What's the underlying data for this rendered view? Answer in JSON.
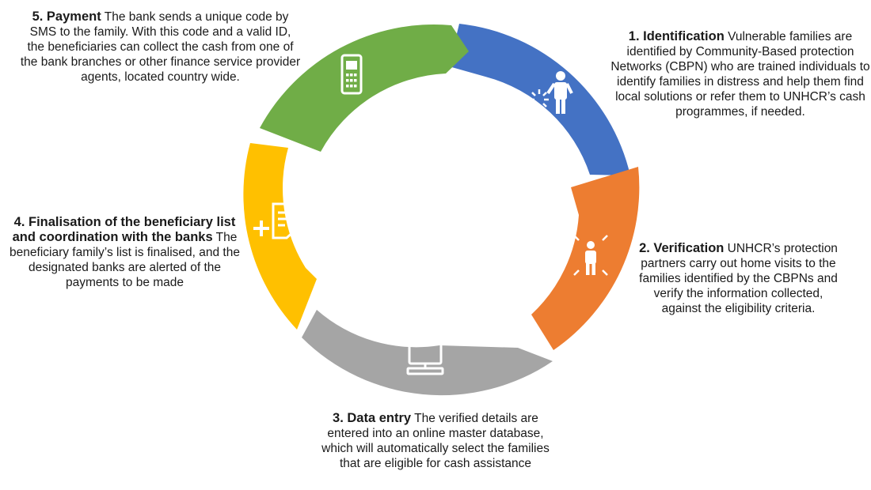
{
  "steps": [
    {
      "id": "identification",
      "title": "1. Identification",
      "text": "Vulnerable families are identified by Community-Based protection Networks (CBPN) who are trained individuals to identify families in distress and help them find local solutions or refer them to UNHCR’s cash programmes, if needed.",
      "color": "#4472C4",
      "icon": "person-radiating-icon"
    },
    {
      "id": "verification",
      "title": "2. Verification",
      "text": "UNHCR’s protection partners carry out home visits to the families identified by the CBPNs and verify the information collected, against the eligibility criteria.",
      "color": "#ED7D31",
      "icon": "person-check-icon"
    },
    {
      "id": "data-entry",
      "title": "3. Data entry",
      "text": "The verified details are entered into an online master database, which will automatically select the families that are eligible for cash assistance",
      "color": "#A5A5A5",
      "icon": "computer-icon"
    },
    {
      "id": "finalisation",
      "title": "4. Finalisation of the beneficiary list and coordination with the banks",
      "text": "The beneficiary family’s list is finalised, and the designated banks are alerted of the payments to be made",
      "color": "#FFC000",
      "icon": "add-document-icon"
    },
    {
      "id": "payment",
      "title": "5. Payment",
      "text": "The bank sends a unique code by SMS to the family. With this code and a valid ID, the beneficiaries can collect the cash from one of the bank branches or other finance service provider agents, located country wide.",
      "color": "#70AD47",
      "icon": "mobile-phone-icon"
    }
  ]
}
